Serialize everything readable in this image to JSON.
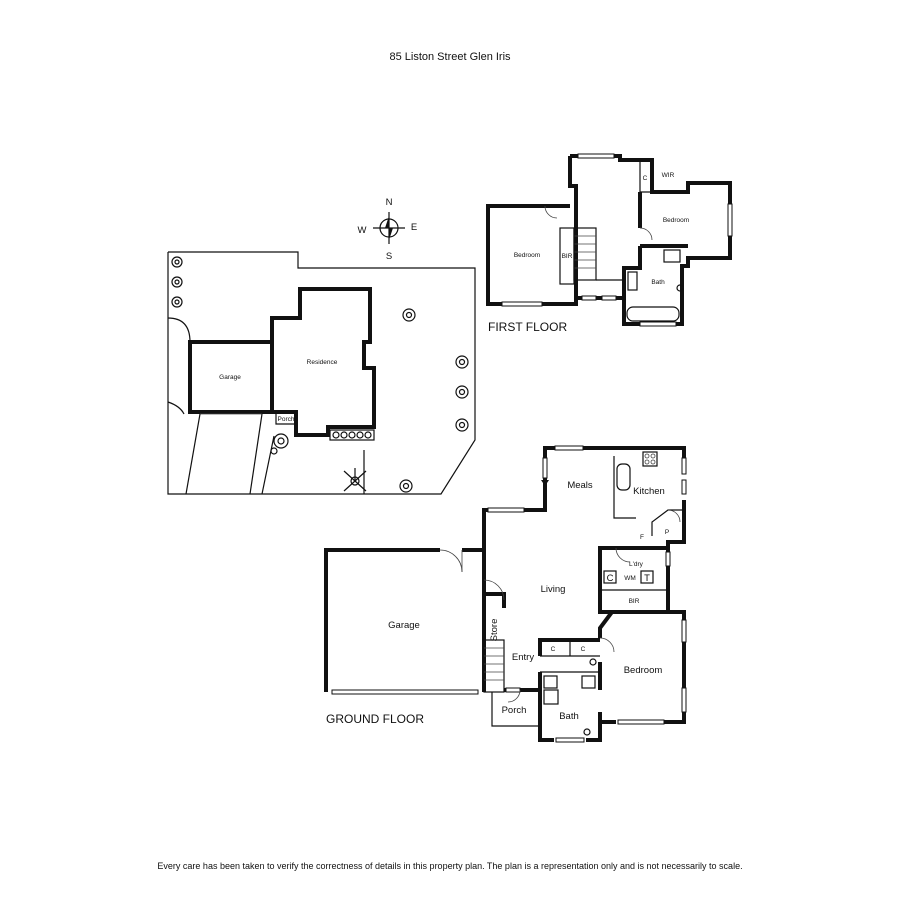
{
  "title": "85 Liston Street Glen Iris",
  "compass": {
    "n": "N",
    "s": "S",
    "e": "E",
    "w": "W"
  },
  "site": {
    "garage": "Garage",
    "residence": "Residence",
    "porch": "Porch"
  },
  "first_floor": {
    "label": "FIRST FLOOR",
    "rooms": {
      "bedroom_left": "Bedroom",
      "bir": "BIR",
      "c": "C",
      "wir": "WIR",
      "bedroom_right": "Bedroom",
      "bath": "Bath"
    }
  },
  "ground_floor": {
    "label": "GROUND FLOOR",
    "rooms": {
      "meals": "Meals",
      "kitchen": "Kitchen",
      "f": "F",
      "p": "P",
      "ldry": "L'dry",
      "c": "C",
      "wm": "WM",
      "t": "T",
      "bir": "BIR",
      "living": "Living",
      "garage": "Garage",
      "store": "Store",
      "entry": "Entry",
      "c1": "C",
      "c2": "C",
      "bedroom": "Bedroom",
      "porch": "Porch",
      "bath": "Bath"
    }
  },
  "disclaimer": "Every care has been taken to verify the correctness of details in this property plan. The plan is a representation only and is not necessarily to scale."
}
